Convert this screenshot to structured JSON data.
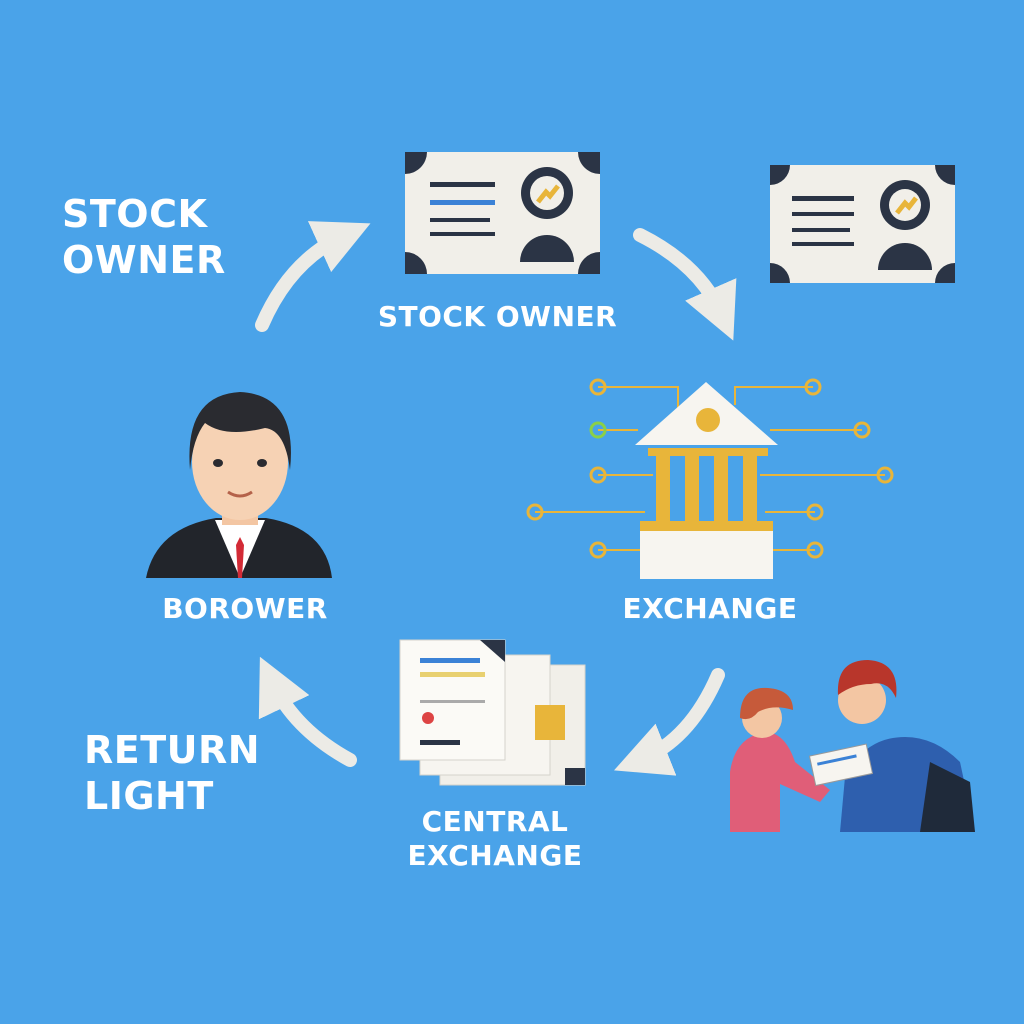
{
  "labels": {
    "stock_owner_left": [
      "STOCK",
      "OWNER"
    ],
    "stock_owner_center": "STOCK OWNER",
    "borrower": "BOROWER",
    "exchange": "EXCHANGE",
    "return_light": [
      "RETURN",
      "LIGHT"
    ],
    "central_exchange": [
      "CENTRAL",
      "EXCHANGE"
    ]
  },
  "colors": {
    "background": "#4aa3e9",
    "card": "#f1efe9",
    "dark": "#2b3445",
    "gold": "#e8b53a",
    "arrow": "#ecebe6"
  }
}
